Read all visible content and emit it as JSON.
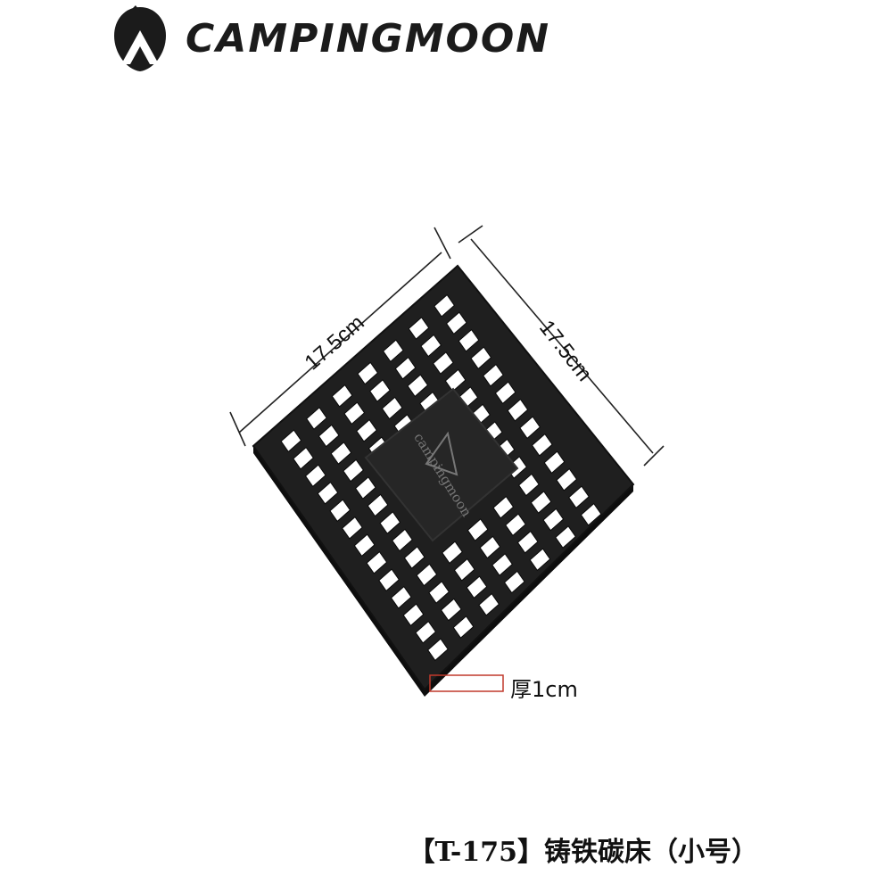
{
  "brand": {
    "name": "CAMPINGMOON",
    "logo_icon": "campingmoon-logo-icon"
  },
  "product": {
    "width_label": "17.5cm",
    "length_label": "17.5cm",
    "thickness_label": "厚1cm",
    "plate_emboss": "campingmoon"
  },
  "caption": "【T-175】铸铁碳床（小号）",
  "colors": {
    "iron": "#1c1c1c",
    "iron_edge": "#0d0d0d",
    "marker": "#c0392b",
    "text": "#111111"
  }
}
